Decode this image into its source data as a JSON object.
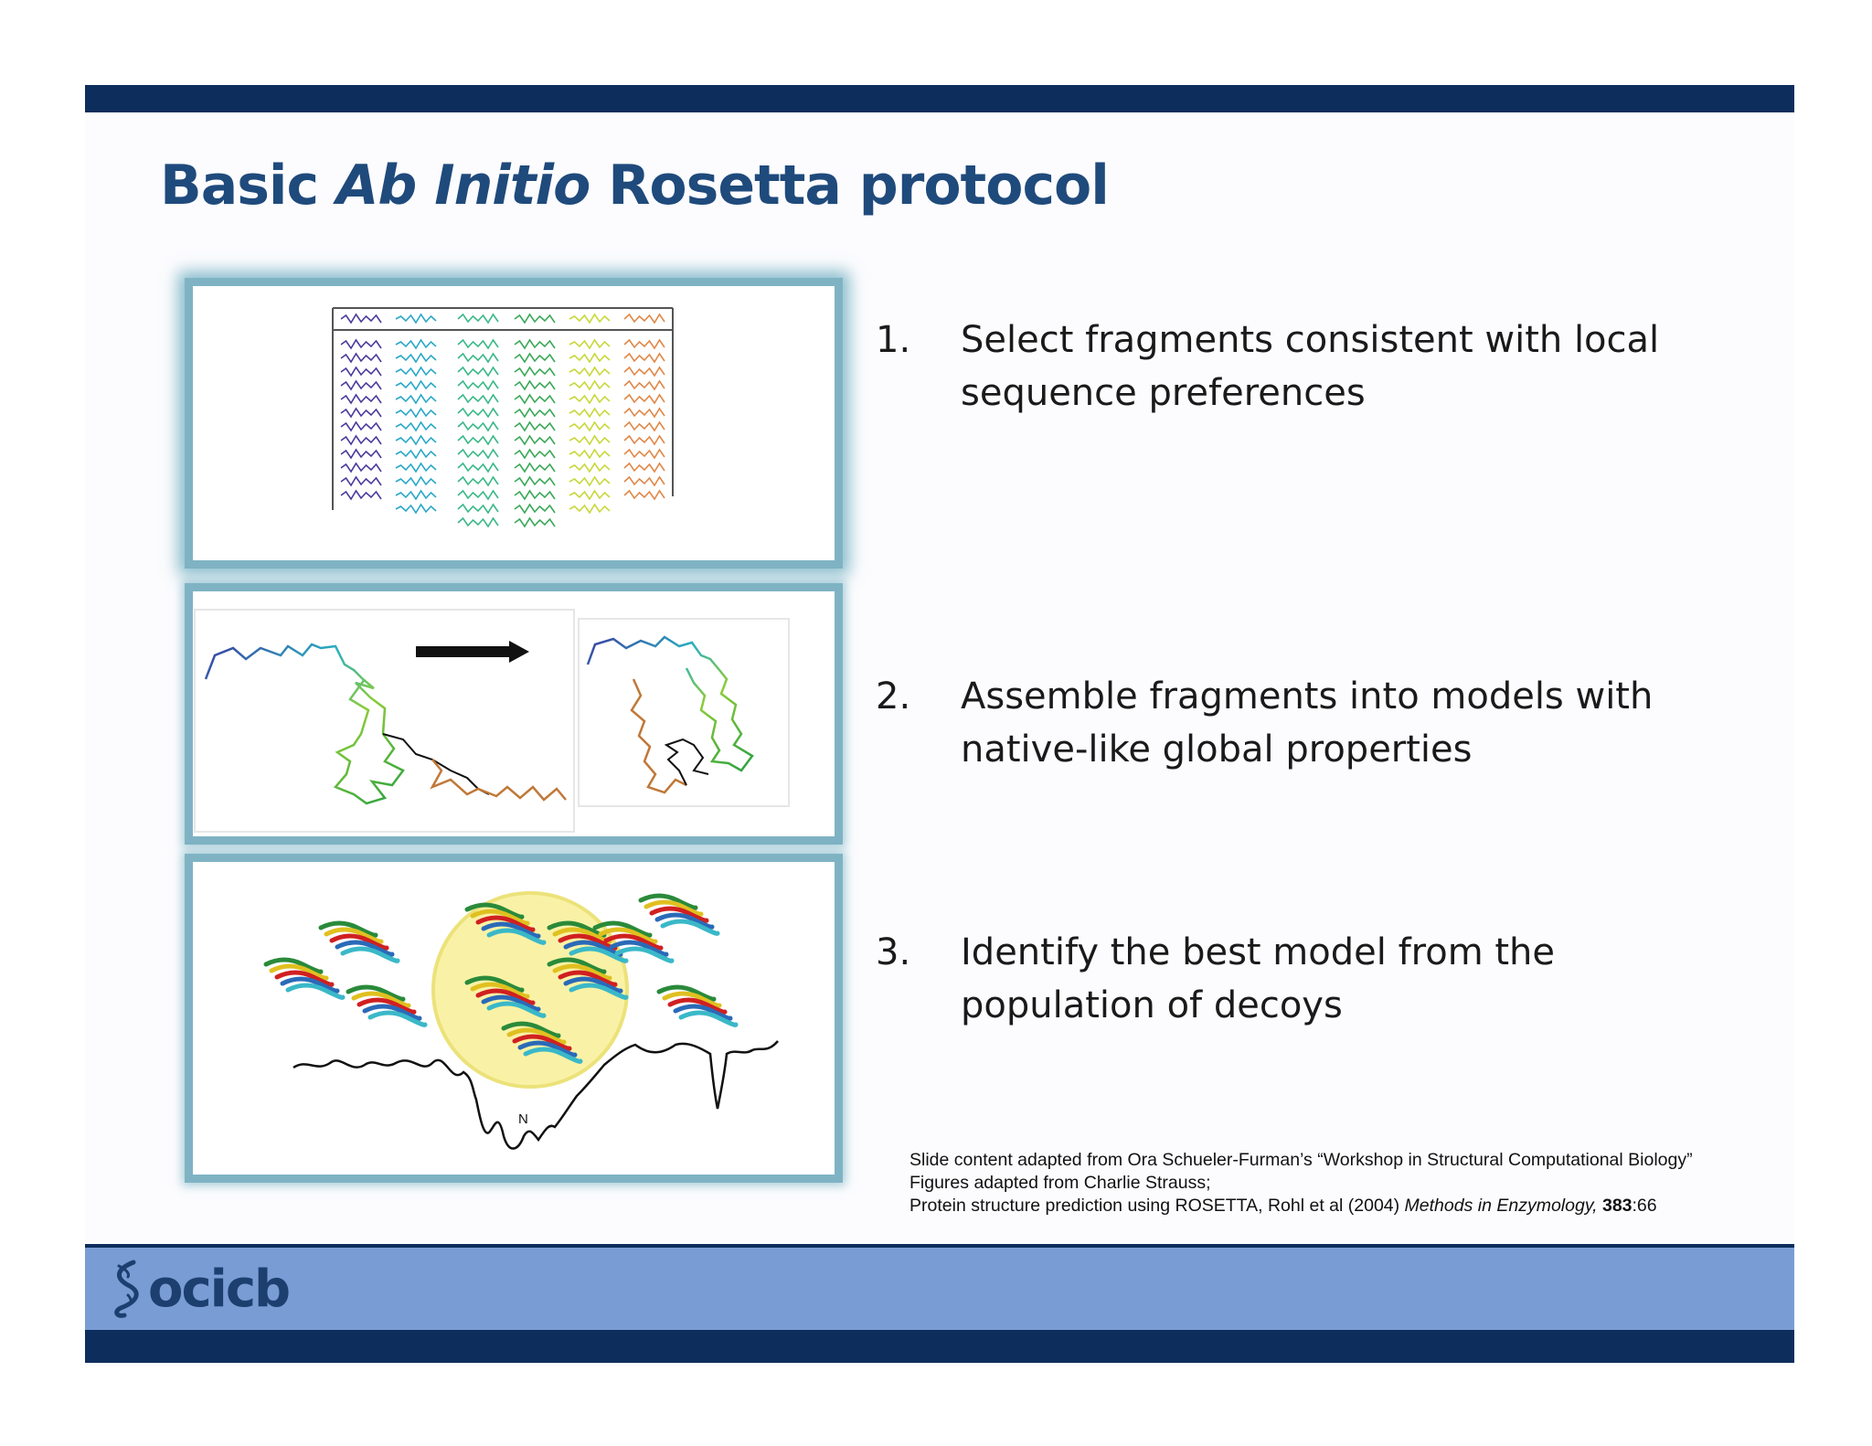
{
  "slide": {
    "title_pre": "Basic ",
    "title_italic": "Ab Initio",
    "title_post": " Rosetta protocol"
  },
  "steps": [
    {
      "num": "1.",
      "text": "Select fragments consistent with local sequence preferences"
    },
    {
      "num": "2.",
      "text": "Assemble fragments into models with native-like global properties"
    },
    {
      "num": "3.",
      "text": "Identify the best model from the population of decoys"
    }
  ],
  "figures": {
    "energy_landscape_label": "N"
  },
  "credits": {
    "line1": "Slide content adapted from Ora Schueler-Furman’s “Workshop in Structural Computational Biology”",
    "line2": "Figures adapted from Charlie Strauss;",
    "line3_pre": "Protein structure prediction using ROSETTA, Rohl et al (2004) ",
    "line3_journal": "Methods in Enzymology,",
    "line3_sep": " ",
    "line3_volume": "383",
    "line3_pages": ":66"
  },
  "footer": {
    "logo_text": "ocicb"
  },
  "colors": {
    "bar_dark": "#0d2d5c",
    "footer_blue": "#7a9cd4",
    "title_blue": "#1f4a7c",
    "panel_border": "#7fb3c4"
  }
}
